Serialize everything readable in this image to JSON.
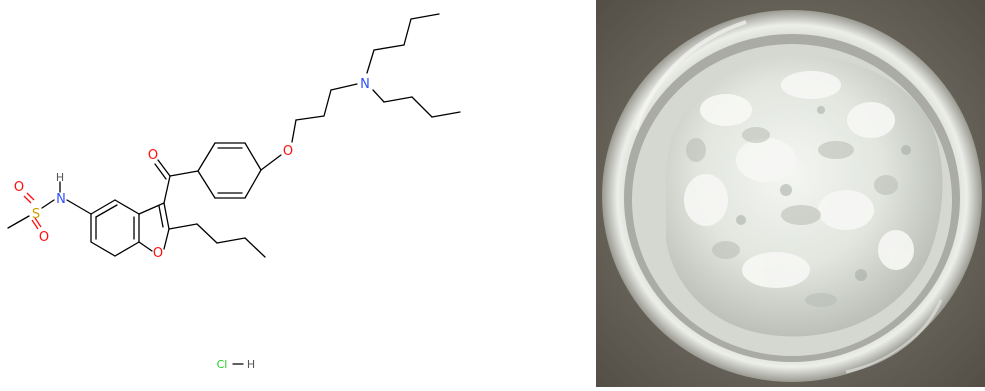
{
  "structure": {
    "atoms": {
      "sulfur": "S",
      "oxygen_top": "O",
      "oxygen_bottom": "O",
      "nh_n": "N",
      "nh_h": "H",
      "carbonyl_o": "O",
      "furan_o": "O",
      "ether_o": "O",
      "amine_n": "N"
    },
    "salt": {
      "cl": "Cl",
      "h": "H"
    }
  },
  "colors": {
    "bond": "#000000",
    "oxygen": "#ff0d0d",
    "nitrogen": "#3050f8",
    "sulfur": "#c8a000",
    "chlorine": "#1fd01f",
    "hydrogen": "#555555",
    "photo_background": "#6e6a5f",
    "powder": "#e4e8e2"
  },
  "photo": {
    "subject": "white-powder-in-glass-jar"
  }
}
